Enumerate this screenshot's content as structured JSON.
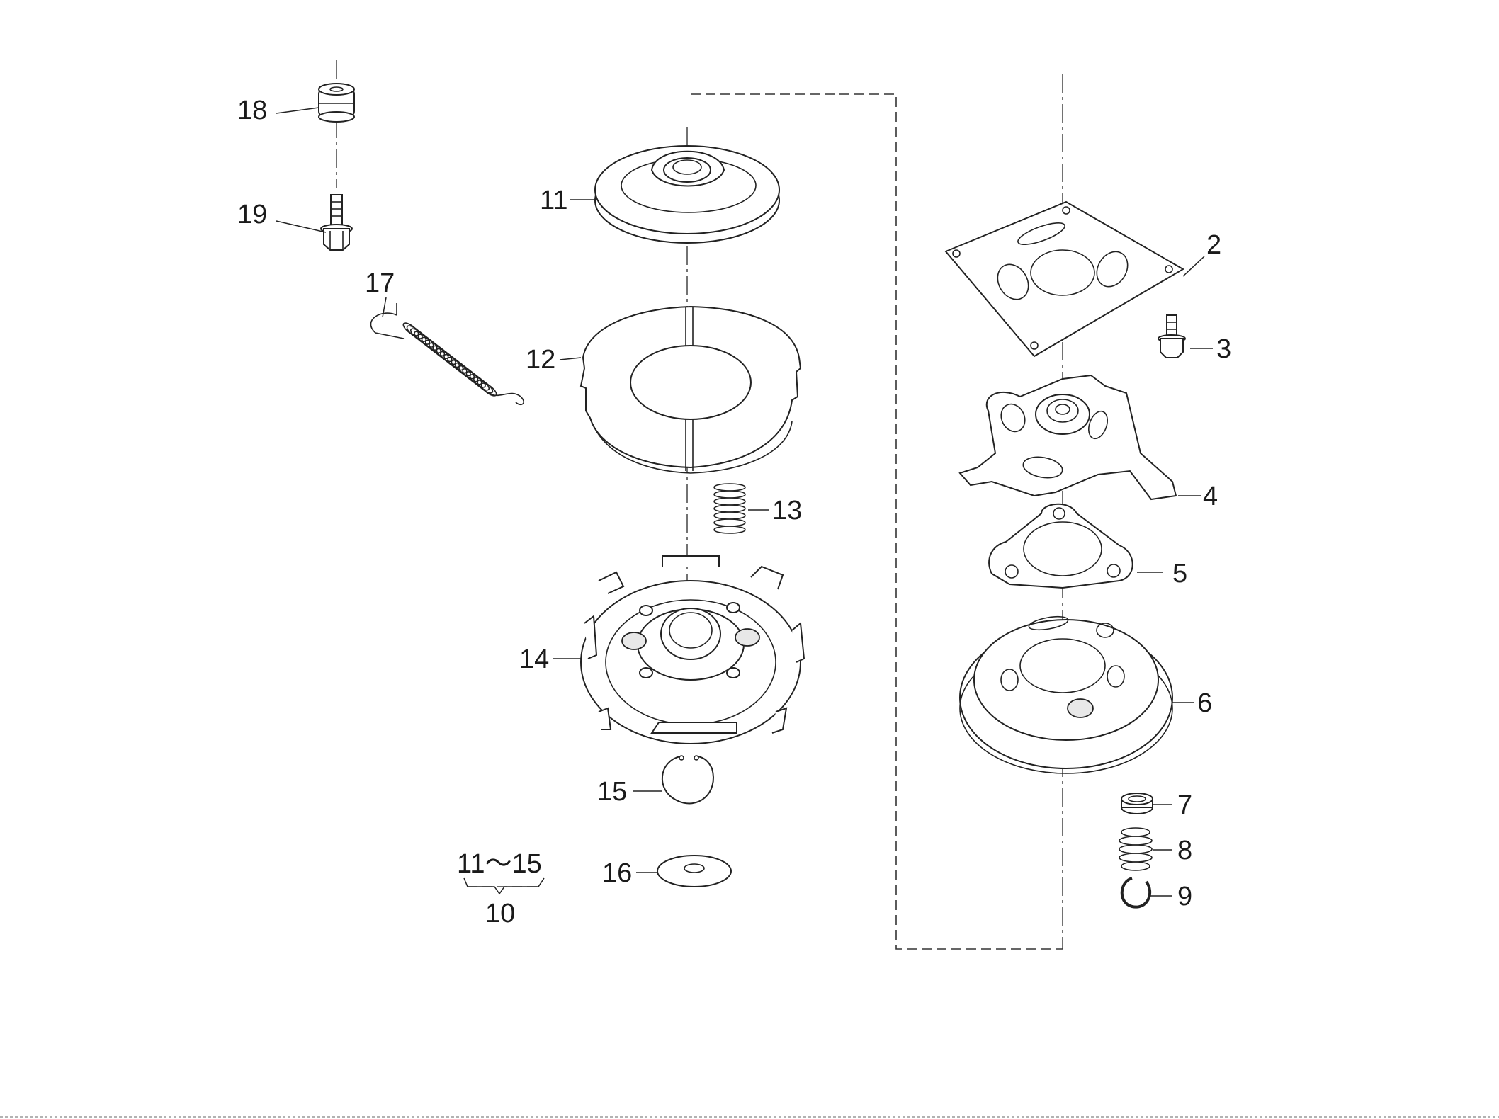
{
  "callouts": {
    "c2": "2",
    "c3": "3",
    "c4": "4",
    "c5": "5",
    "c6": "6",
    "c7": "7",
    "c8": "8",
    "c9": "9",
    "c10": "10",
    "c11": "11",
    "c12": "12",
    "c13": "13",
    "c14": "14",
    "c15": "15",
    "c16": "16",
    "c17": "17",
    "c18": "18",
    "c19": "19"
  },
  "group_range": "11～15"
}
